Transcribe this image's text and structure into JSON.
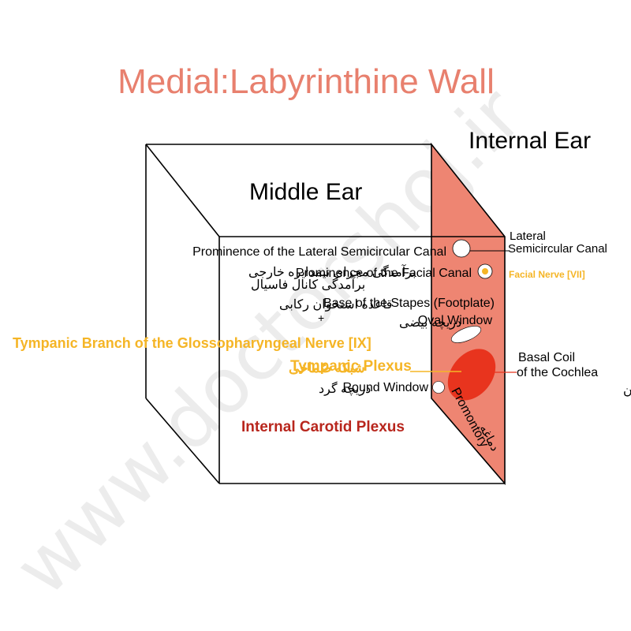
{
  "title": "Medial:Labyrinthine Wall",
  "watermark": "www.doctorshoj.ir",
  "regions": {
    "internal_ear": "Internal Ear",
    "middle_ear": "Middle Ear"
  },
  "labels": {
    "lateral_canal_1": "Lateral",
    "lateral_canal_2": "Semicircular Canal",
    "prom_lateral_canal": "Prominence of the Lateral Semicircular Canal",
    "prom_lateral_canal_fa": "برآمدگی مجرای نیمدایره خارجی",
    "prom_facial_canal": "Prominence of the Facial Canal",
    "prom_facial_canal_fa": "برآمدگی کانال فاسیال",
    "facial_nerve": "Facial Nerve [VII]",
    "stapes_base": "Base of the Stapes (Footplate)",
    "stapes_base_fa": "قاعده استخوان رکابی",
    "oval_window": "Oval Window",
    "oval_window_fa": "دریچه بیضی",
    "plus_mark": "+",
    "tympanic_branch": "Tympanic Branch of the Glossopharyngeal Nerve [IX]",
    "tympanic_plexus": "Tympanic Plexus",
    "tympanic_plexus_fa": "شبکه صُماخی",
    "round_window": "Round Window",
    "round_window_fa": "دریچه گرد",
    "basal_coil_1": "Basal Coil",
    "basal_coil_2": "of the Cochlea",
    "basal_coil_fa": "قاعده مارپیچ حلزون",
    "promontory": "Promontory",
    "promontory_fa": "دماغه",
    "internal_carotid": "Internal Carotid Plexus"
  },
  "colors": {
    "title": "#e8806e",
    "wall": "#ee8572",
    "cochlea": "#e8341e",
    "nerve_yellow": "#f5b526",
    "internal_carotid": "#b8261d",
    "line": "#000000"
  }
}
